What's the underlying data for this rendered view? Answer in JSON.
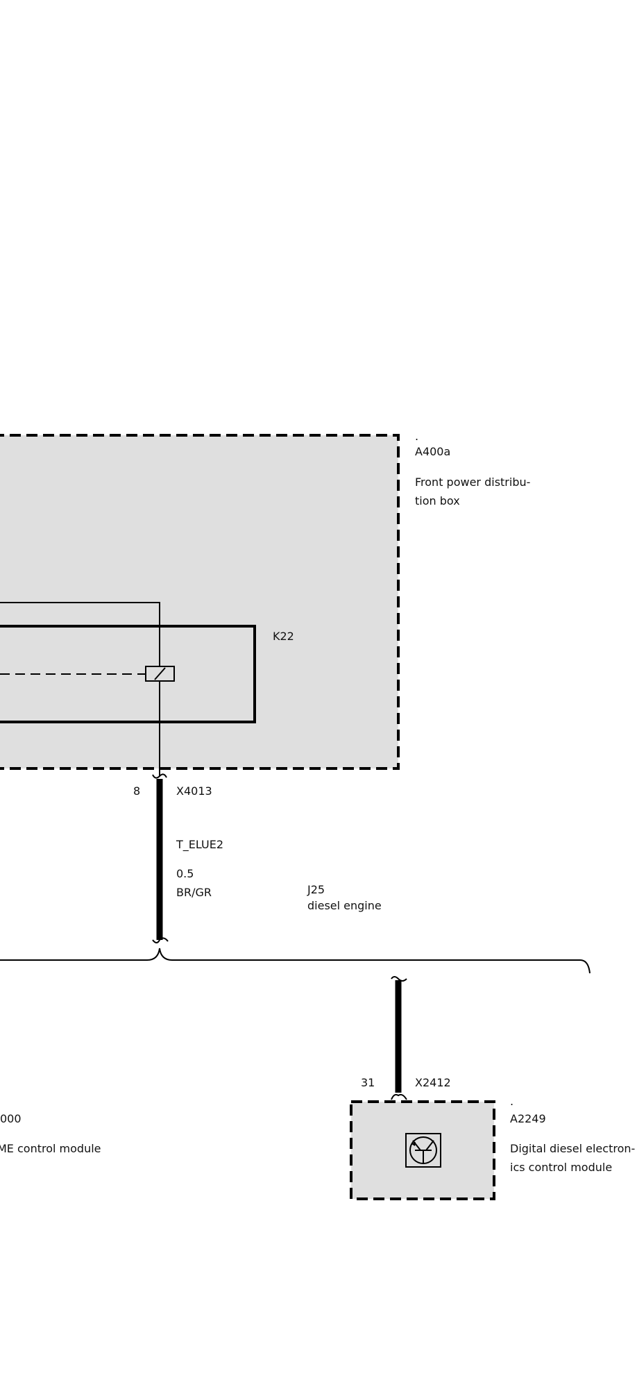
{
  "colors": {
    "box_fill": "#dfdfdf",
    "line": "#000000",
    "text": "#111111",
    "background": "#ffffff"
  },
  "icons": {
    "relay_coil": "relay-coil-icon",
    "transistor": "transistor-icon",
    "wire_break": "wire-break-icon"
  },
  "components": {
    "a400a": {
      "dot": ".",
      "id": "A400a",
      "name_line1": "Front power distribu-",
      "name_line2": "tion box"
    },
    "k22": {
      "id": "K22"
    },
    "a2249": {
      "dot": ".",
      "id": "A2249",
      "name_line1": "Digital diesel electron-",
      "name_line2": "ics control module"
    },
    "left_module": {
      "id_partial": "000",
      "name_partial": "ME control module"
    }
  },
  "connectors": {
    "x4013": {
      "pin": "8",
      "id": "X4013"
    },
    "x2412": {
      "pin": "31",
      "id": "X2412"
    }
  },
  "wire": {
    "signal": "T_ELUE2",
    "gauge": "0.5",
    "color": "BR/GR"
  },
  "group": {
    "id": "J25",
    "name": "diesel engine"
  }
}
